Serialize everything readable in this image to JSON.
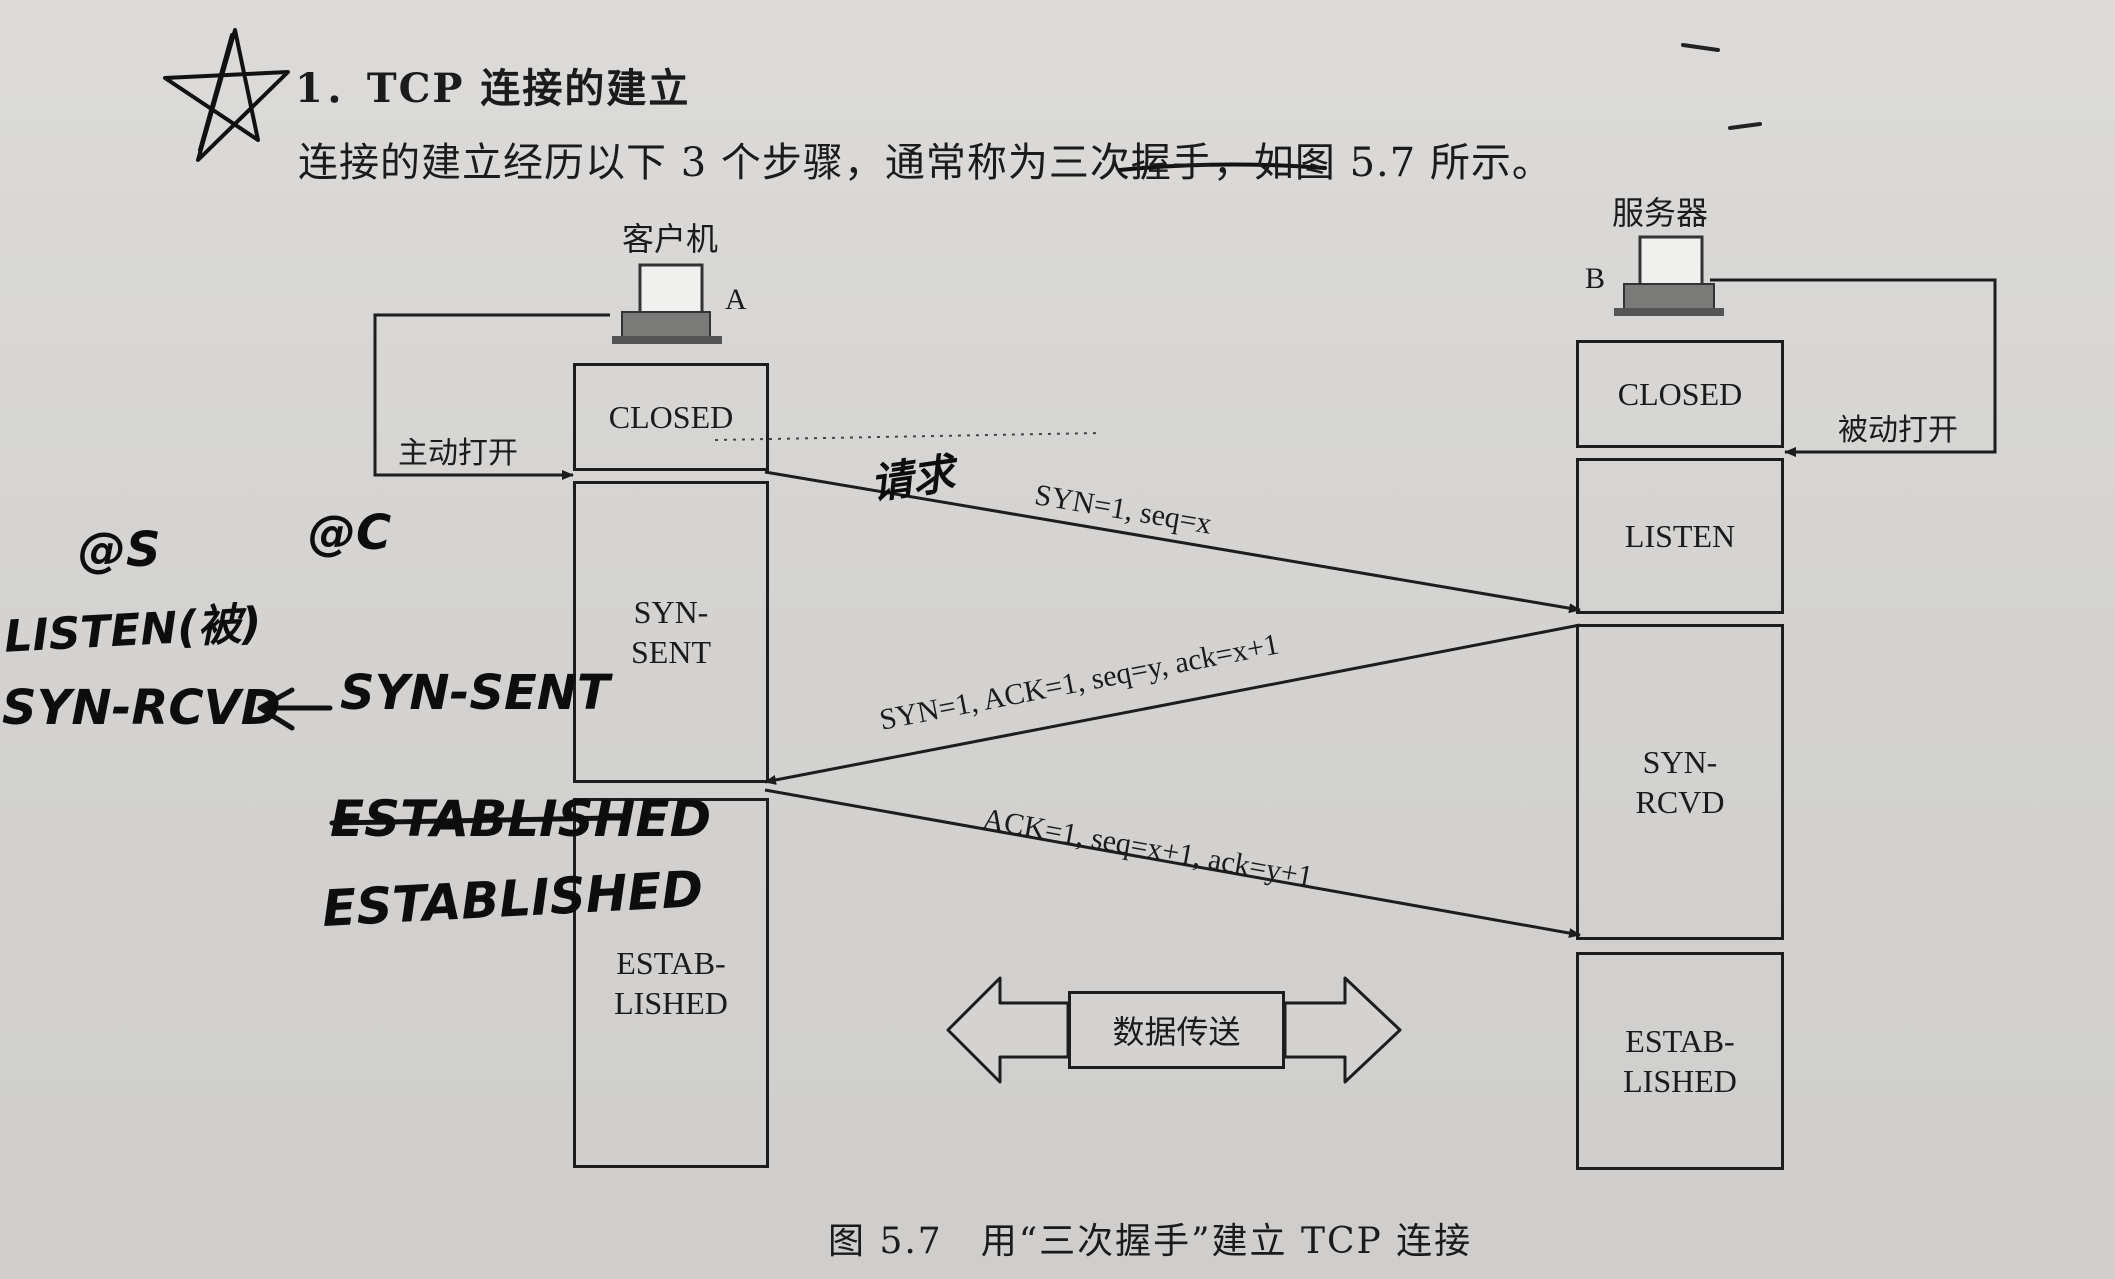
{
  "heading": "1．TCP 连接的建立",
  "intro": "连接的建立经历以下 3 个步骤，通常称为三次握手，如图 5.7 所示。",
  "client": {
    "label": "客户机",
    "letter": "A",
    "open_label": "主动打开",
    "states": [
      "CLOSED",
      "SYN-\nSENT",
      "ESTAB-\nLISHED"
    ]
  },
  "server": {
    "label": "服务器",
    "letter": "B",
    "open_label": "被动打开",
    "states": [
      "CLOSED",
      "LISTEN",
      "SYN-\nRCVD",
      "ESTAB-\nLISHED"
    ]
  },
  "messages": [
    "SYN=1, seq=x",
    "SYN=1, ACK=1, seq=y, ack=x+1",
    "ACK=1, seq=x+1, ack=y+1"
  ],
  "data_transfer": "数据传送",
  "caption": "图 5.7　用“三次握手”建立 TCP 连接",
  "handwriting": {
    "request": "请求",
    "server_note": "@S",
    "client_note": "@C",
    "listen_note": "LISTEN(被)",
    "syn_rcvd_note": "SYN-RCVD",
    "arrow": "←",
    "syn_sent_note": "SYN-SENT",
    "established_struck": "ESTABLISHED",
    "established": "ESTABLISHED"
  },
  "icons": [
    "star-icon",
    "computer-icon"
  ]
}
